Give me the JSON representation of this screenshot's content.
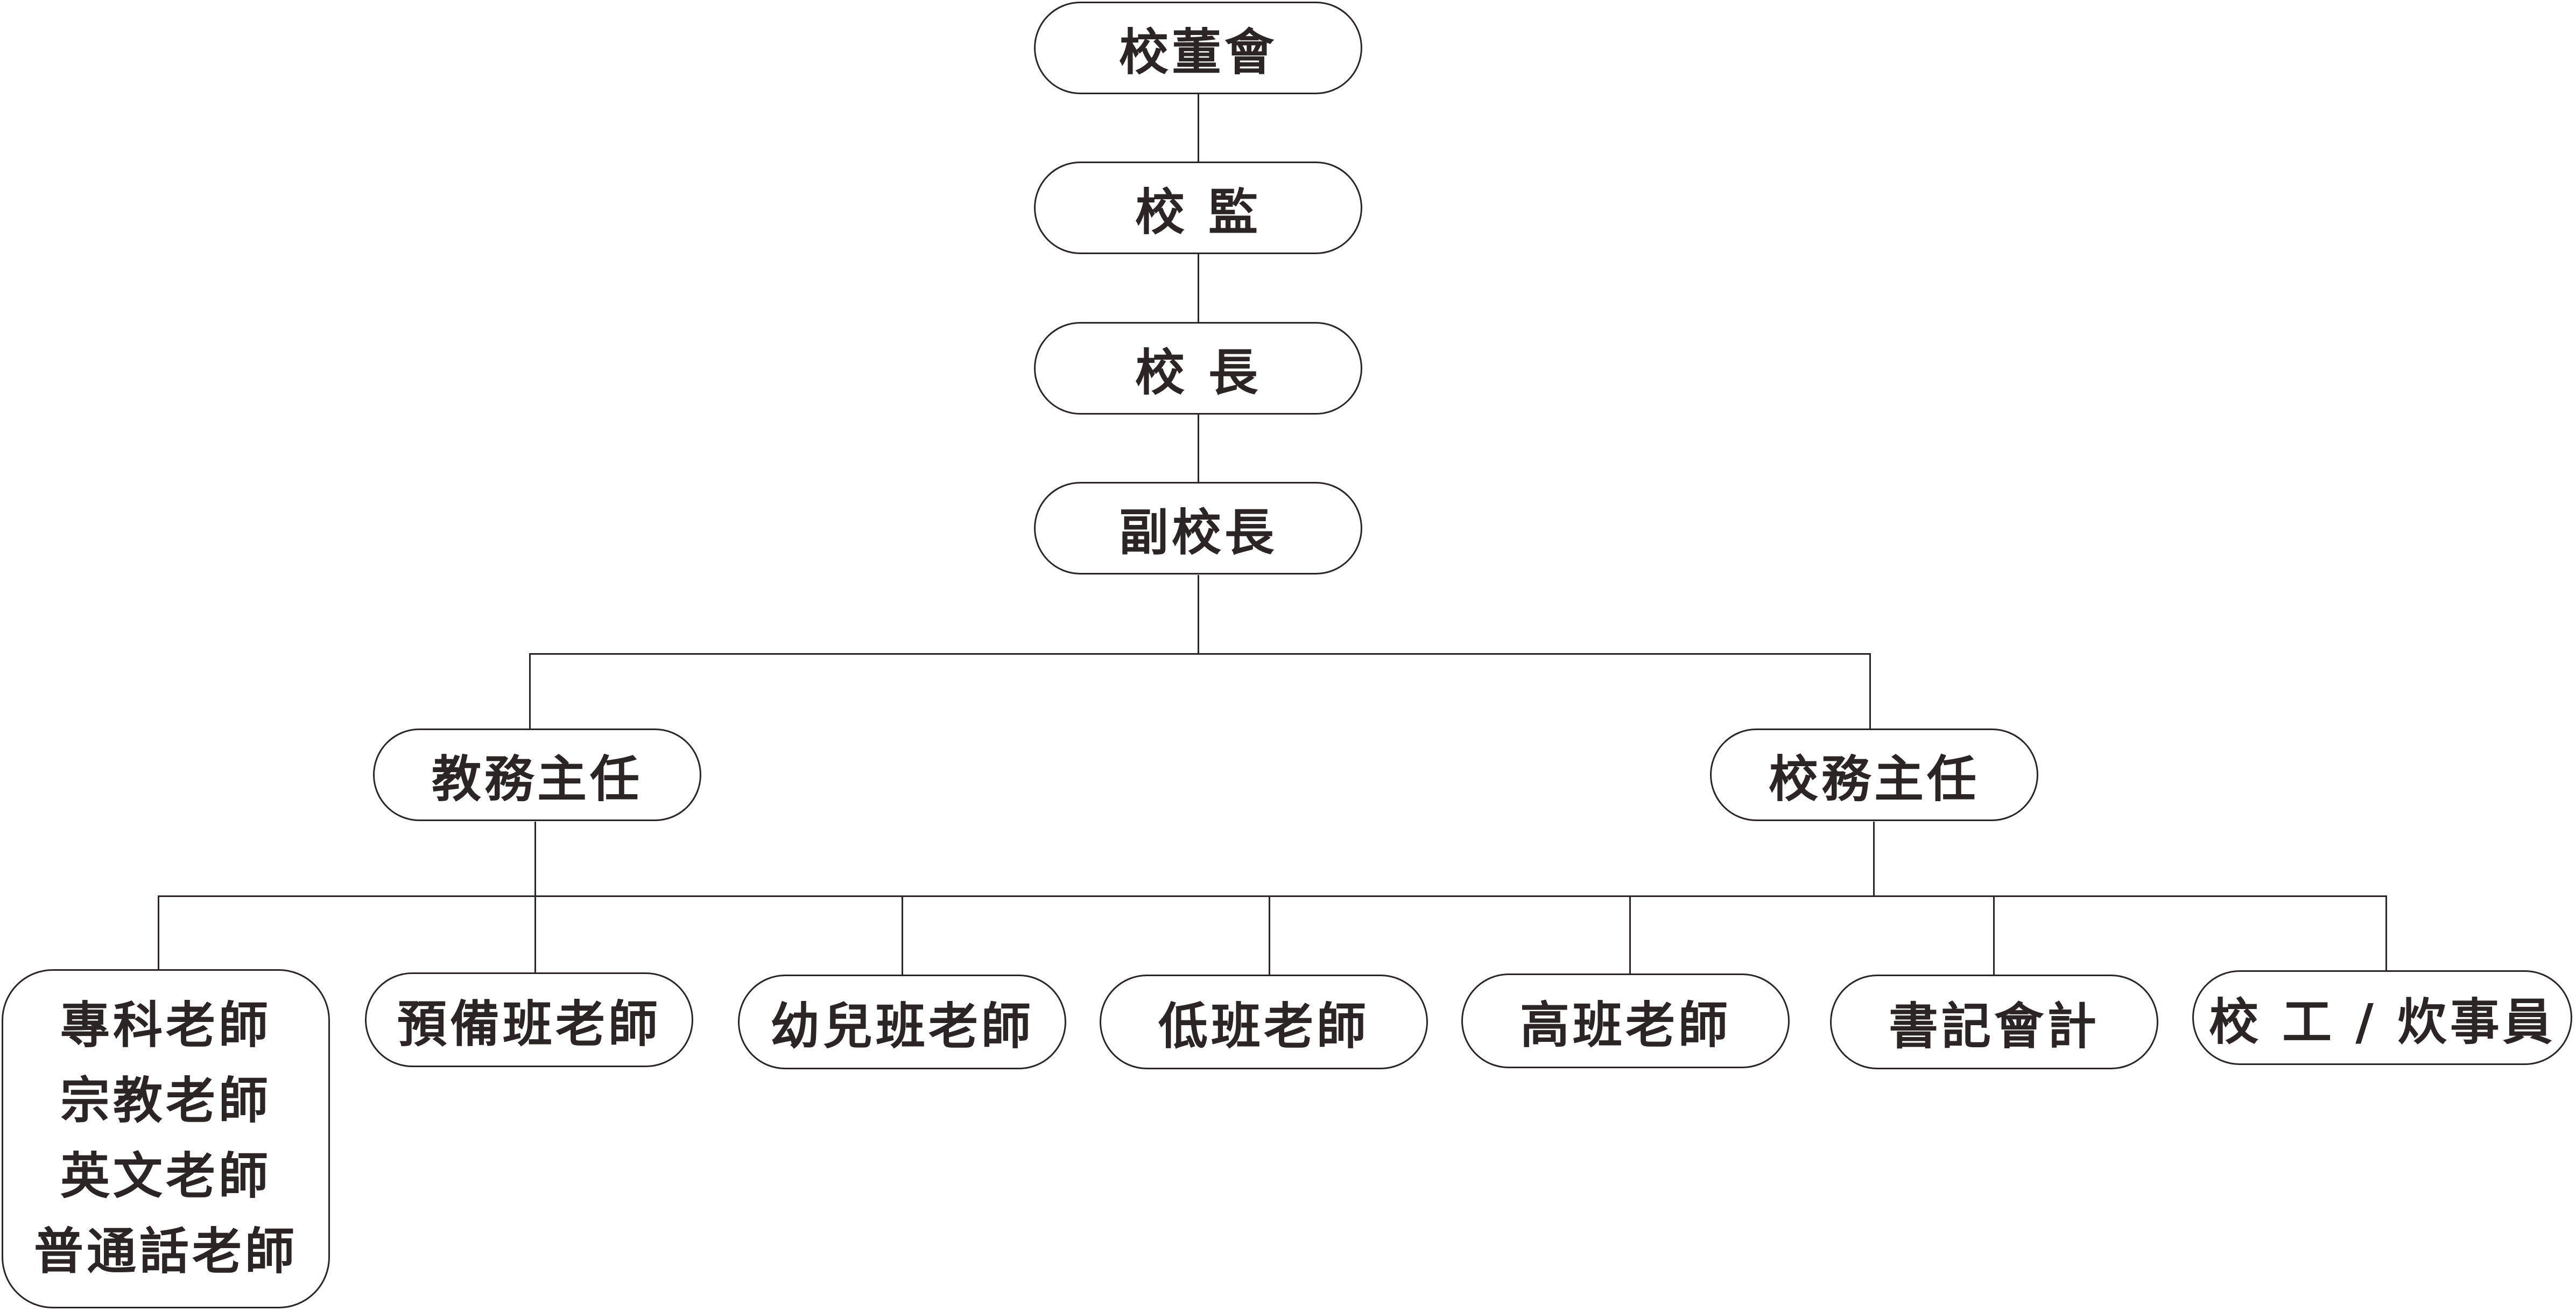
{
  "org_chart": {
    "top": [
      "校董會",
      "校  監",
      "校  長",
      "副校長"
    ],
    "departments": {
      "academic": {
        "title": "教務主任",
        "staff": {
          "specialist_teachers": [
            "專科老師",
            "宗教老師",
            "英文老師",
            "普通話老師"
          ],
          "preparatory_class_teachers": "預備班老師",
          "nursery_class_teachers": "幼兒班老師",
          "lower_class_teachers": "低班老師",
          "upper_class_teachers": "高班老師"
        }
      },
      "administration": {
        "title": "校務主任",
        "staff": {
          "clerk_accountant": "書記會計",
          "janitor_cook": "校  工 / 炊事員"
        }
      }
    }
  }
}
